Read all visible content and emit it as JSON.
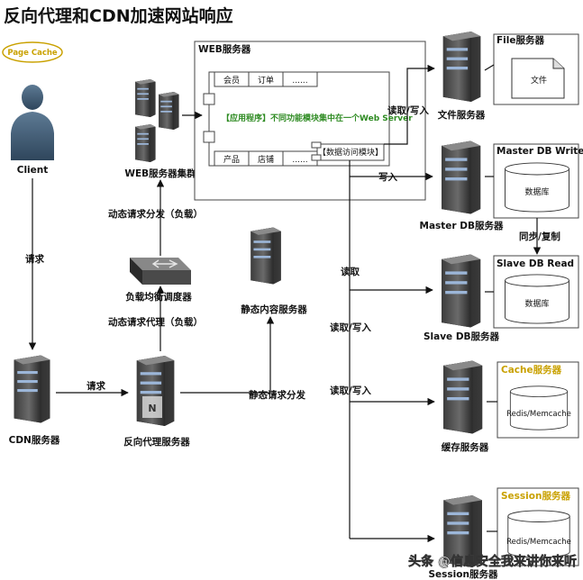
{
  "title": "反向代理和CDN加速网站响应",
  "badge": "Page Cache",
  "nodes": {
    "client": "Client",
    "web_cluster": "WEB服务器集群",
    "lb": "负载均衡调度器",
    "static": "静态内容服务器",
    "cdn": "CDN服务器",
    "reverse_proxy": "反向代理服务器",
    "file_server": "文件服务器",
    "master_db": "Master DB服务器",
    "slave_db": "Slave DB服务器",
    "cache_server": "缓存服务器",
    "session_server": "Session服务器"
  },
  "web_box": {
    "title": "WEB服务器",
    "top_cells": [
      "会员",
      "订单",
      "......"
    ],
    "app_text": "【应用程序】不同功能模块集中在一个Web Server",
    "bottom_cells": [
      "产品",
      "店铺",
      "......"
    ],
    "data_module": "【数据访问模块】"
  },
  "side_boxes": {
    "file": {
      "title": "File服务器",
      "content": "文件"
    },
    "master": {
      "title": "Master DB Write",
      "content": "数据库"
    },
    "slave": {
      "title": "Slave DB Read",
      "content": "数据库"
    },
    "cache": {
      "title": "Cache服务器",
      "content": "Redis/Memcache"
    },
    "session": {
      "title": "Session服务器",
      "content": "Redis/Memcache"
    }
  },
  "edges": {
    "request_v": "请求",
    "request_h": "请求",
    "dynamic_dispatch": "动态请求分发（负载）",
    "dynamic_proxy": "动态请求代理（负载）",
    "static_dispatch": "静态请求分发",
    "rw_file": "读取/写入",
    "write": "写入",
    "sync": "同步/复制",
    "read": "读取",
    "rw_slave": "读取/写入",
    "rw_cache": "读取/写入"
  },
  "watermark": "头条 @信息安全我来讲你来听"
}
